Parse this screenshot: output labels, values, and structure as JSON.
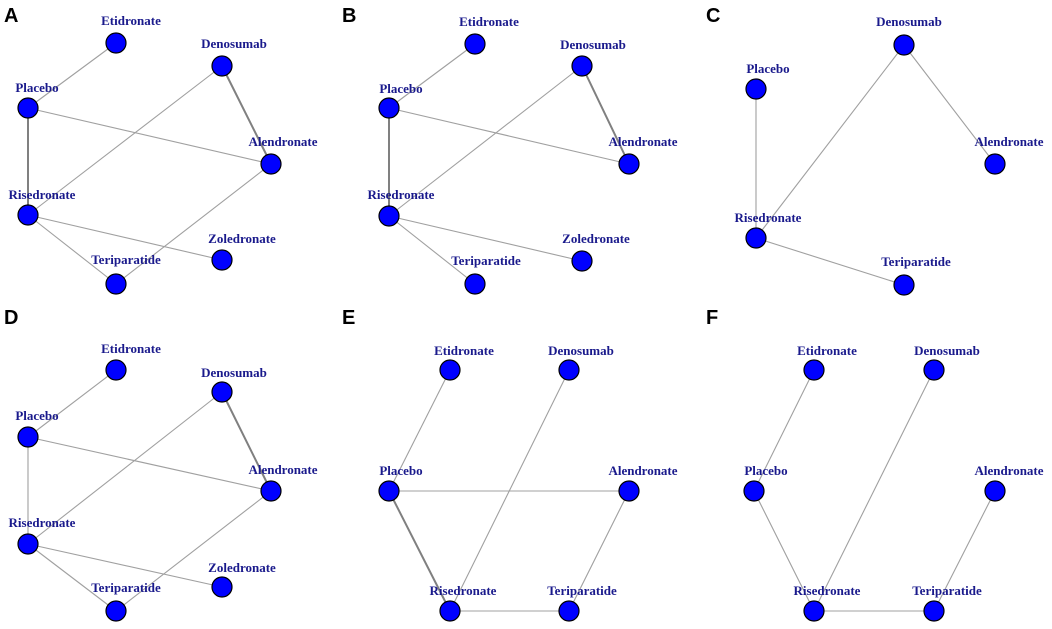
{
  "style": {
    "node_color": "#0000ff",
    "label_color": "#1a1a8c",
    "edge_color": "#a0a0a0",
    "strong_edge_color": "#808080"
  },
  "panels": [
    {
      "id": "A",
      "letter": "A",
      "nodes": [
        "Etidronate",
        "Denosumab",
        "Placebo",
        "Alendronate",
        "Risedronate",
        "Zoledronate",
        "Teriparatide"
      ],
      "edges": [
        [
          "Etidronate",
          "Placebo",
          1
        ],
        [
          "Placebo",
          "Risedronate",
          2
        ],
        [
          "Placebo",
          "Alendronate",
          1
        ],
        [
          "Denosumab",
          "Alendronate",
          2
        ],
        [
          "Denosumab",
          "Risedronate",
          1
        ],
        [
          "Risedronate",
          "Zoledronate",
          1
        ],
        [
          "Risedronate",
          "Teriparatide",
          1
        ],
        [
          "Alendronate",
          "Teriparatide",
          1
        ]
      ]
    },
    {
      "id": "B",
      "letter": "B",
      "nodes": [
        "Etidronate",
        "Denosumab",
        "Placebo",
        "Alendronate",
        "Risedronate",
        "Zoledronate",
        "Teriparatide"
      ],
      "edges": [
        [
          "Etidronate",
          "Placebo",
          1
        ],
        [
          "Placebo",
          "Risedronate",
          2
        ],
        [
          "Placebo",
          "Alendronate",
          1
        ],
        [
          "Denosumab",
          "Alendronate",
          2
        ],
        [
          "Denosumab",
          "Risedronate",
          1
        ],
        [
          "Risedronate",
          "Zoledronate",
          1
        ],
        [
          "Risedronate",
          "Teriparatide",
          1
        ]
      ]
    },
    {
      "id": "C",
      "letter": "C",
      "nodes": [
        "Denosumab",
        "Placebo",
        "Alendronate",
        "Risedronate",
        "Teriparatide"
      ],
      "edges": [
        [
          "Placebo",
          "Risedronate",
          1
        ],
        [
          "Denosumab",
          "Risedronate",
          1
        ],
        [
          "Denosumab",
          "Alendronate",
          1
        ],
        [
          "Risedronate",
          "Teriparatide",
          1
        ]
      ]
    },
    {
      "id": "D",
      "letter": "D",
      "nodes": [
        "Etidronate",
        "Denosumab",
        "Placebo",
        "Alendronate",
        "Risedronate",
        "Zoledronate",
        "Teriparatide"
      ],
      "edges": [
        [
          "Etidronate",
          "Placebo",
          1
        ],
        [
          "Placebo",
          "Risedronate",
          1
        ],
        [
          "Placebo",
          "Alendronate",
          1
        ],
        [
          "Denosumab",
          "Alendronate",
          2
        ],
        [
          "Denosumab",
          "Risedronate",
          1
        ],
        [
          "Risedronate",
          "Zoledronate",
          1
        ],
        [
          "Risedronate",
          "Teriparatide",
          1
        ],
        [
          "Alendronate",
          "Teriparatide",
          1
        ]
      ]
    },
    {
      "id": "E",
      "letter": "E",
      "nodes": [
        "Etidronate",
        "Denosumab",
        "Placebo",
        "Alendronate",
        "Risedronate",
        "Teriparatide"
      ],
      "edges": [
        [
          "Etidronate",
          "Placebo",
          1
        ],
        [
          "Placebo",
          "Alendronate",
          1
        ],
        [
          "Placebo",
          "Risedronate",
          2
        ],
        [
          "Denosumab",
          "Risedronate",
          1
        ],
        [
          "Alendronate",
          "Teriparatide",
          1
        ],
        [
          "Risedronate",
          "Teriparatide",
          1
        ]
      ]
    },
    {
      "id": "F",
      "letter": "F",
      "nodes": [
        "Etidronate",
        "Denosumab",
        "Placebo",
        "Alendronate",
        "Risedronate",
        "Teriparatide"
      ],
      "edges": [
        [
          "Etidronate",
          "Placebo",
          1
        ],
        [
          "Placebo",
          "Risedronate",
          1
        ],
        [
          "Denosumab",
          "Risedronate",
          1
        ],
        [
          "Alendronate",
          "Teriparatide",
          1
        ],
        [
          "Risedronate",
          "Teriparatide",
          1
        ]
      ]
    }
  ]
}
